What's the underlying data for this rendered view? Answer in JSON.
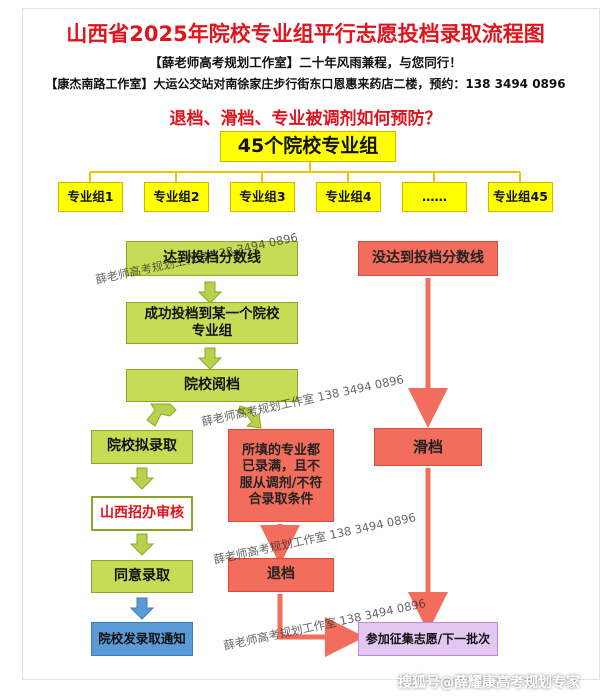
{
  "header": {
    "title": "山西省2025年院校专业组平行志愿投档录取流程图",
    "line1": "【薛老师高考规划工作室】二十年风雨兼程，与您同行！",
    "line2": "【康杰南路工作室】大运公交站对南徐家庄步行街东口恩惠来药店二楼，预约：138 3494 0896",
    "question": "退档、滑档、专业被调剂如何预防？"
  },
  "groups": {
    "main": "45个院校专业组",
    "items": [
      "专业组1",
      "专业组2",
      "专业组3",
      "专业组4",
      "……",
      "专业组45"
    ]
  },
  "flow": {
    "reach": "达到投档分数线",
    "not_reach": "没达到投档分数线",
    "success": "成功投档到某一个院校专业组",
    "review": "院校阅档",
    "propose": "院校拟录取",
    "full": "所填的专业都已录满，且不服从调剂/不符合录取条件",
    "slide": "滑档",
    "audit": "山西招办审核",
    "agree": "同意录取",
    "reject": "退档",
    "notice": "院校发录取通知",
    "next": "参加征集志愿/下一批次"
  },
  "watermark": "薛老师高考规划工作室 138 3494 0896",
  "footer": "搜狐号@薛耀康高考规划专家",
  "colors": {
    "title_red": "#e0141c",
    "green": "#c6dc55",
    "yellow": "#ffff00",
    "red": "#f26d5b",
    "blue": "#5b9bd5",
    "purple": "#e4c6f2"
  }
}
